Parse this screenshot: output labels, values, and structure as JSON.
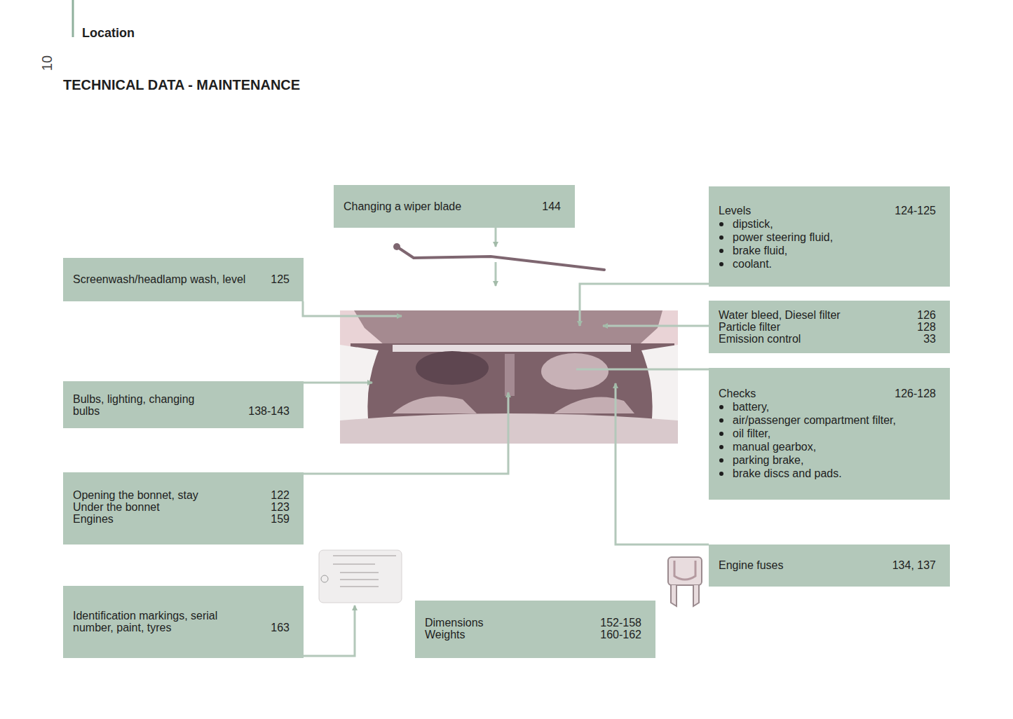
{
  "diagram": {
    "title": "TECHNICAL DATA - MAINTENANCE",
    "nodes": [
      {
        "text": [
          "Changing a wiper blade",
          "144"
        ]
      },
      {
        "text": [
          "Levels",
          "124-125",
          "dipstick,",
          "power steering fluid,",
          "brake fluid,",
          "coolant."
        ]
      },
      {
        "text": [
          "Screenwash/headlamp wash, level",
          "125"
        ]
      },
      {
        "text": [
          "Water bleed, Diesel filter",
          "126",
          "Particle filter",
          "128",
          "Emission control",
          "33"
        ]
      },
      {
        "text": [
          "Checks",
          "126-128",
          "battery,",
          "air/passenger compartment filter,",
          "oil filter,",
          "manual gearbox,",
          "parking brake,",
          "brake discs and pads."
        ]
      },
      {
        "text": [
          "Bulbs, lighting, changing bulbs",
          "138-143"
        ]
      },
      {
        "text": [
          "Opening the bonnet, stay",
          "122",
          "Under the bonnet",
          "123",
          "Engines",
          "159"
        ]
      },
      {
        "text": [
          "Engine fuses",
          "134, 137"
        ]
      },
      {
        "text": [
          "Identification markings, serial number, paint, tyres",
          "163"
        ]
      },
      {
        "text": [
          "Dimensions",
          "152-158",
          "Weights",
          "160-162"
        ]
      }
    ],
    "labels": [
      "Location",
      "10"
    ]
  }
}
